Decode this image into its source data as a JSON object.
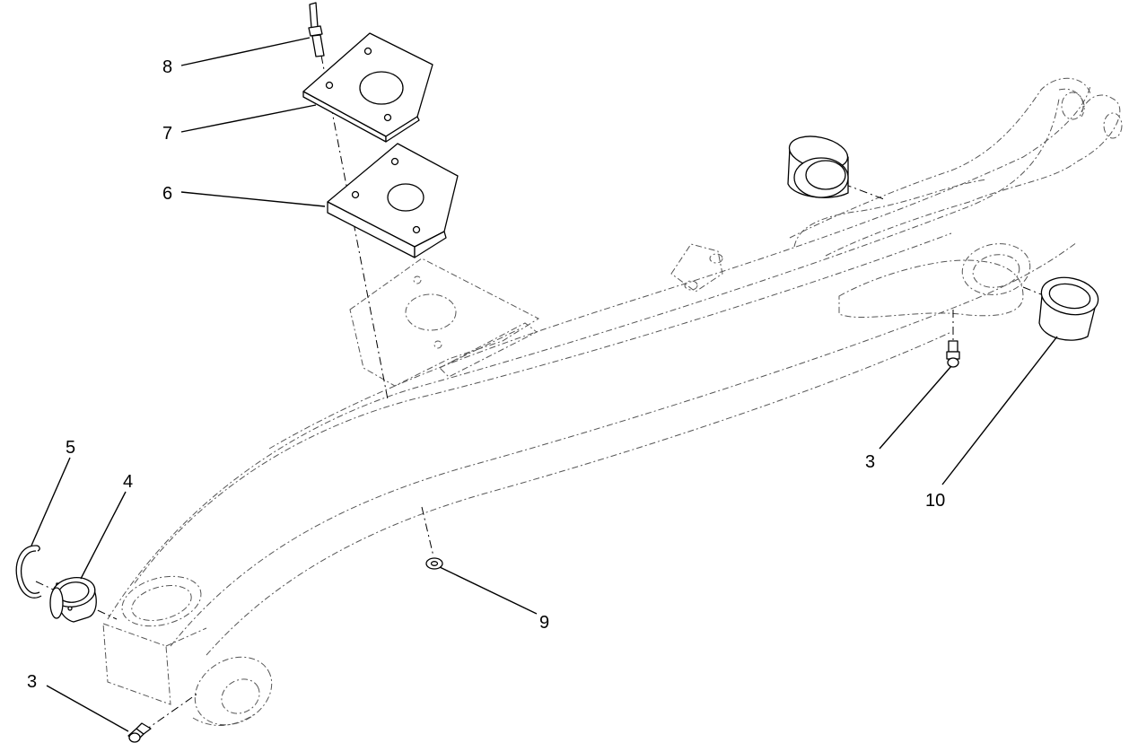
{
  "callouts": {
    "c3a": "3",
    "c3b": "3",
    "c4": "4",
    "c5": "5",
    "c6": "6",
    "c7": "7",
    "c8": "8",
    "c9": "9",
    "c10": "10"
  },
  "colors": {
    "line": "#000000",
    "ghost": "#555555",
    "background": "#ffffff"
  }
}
